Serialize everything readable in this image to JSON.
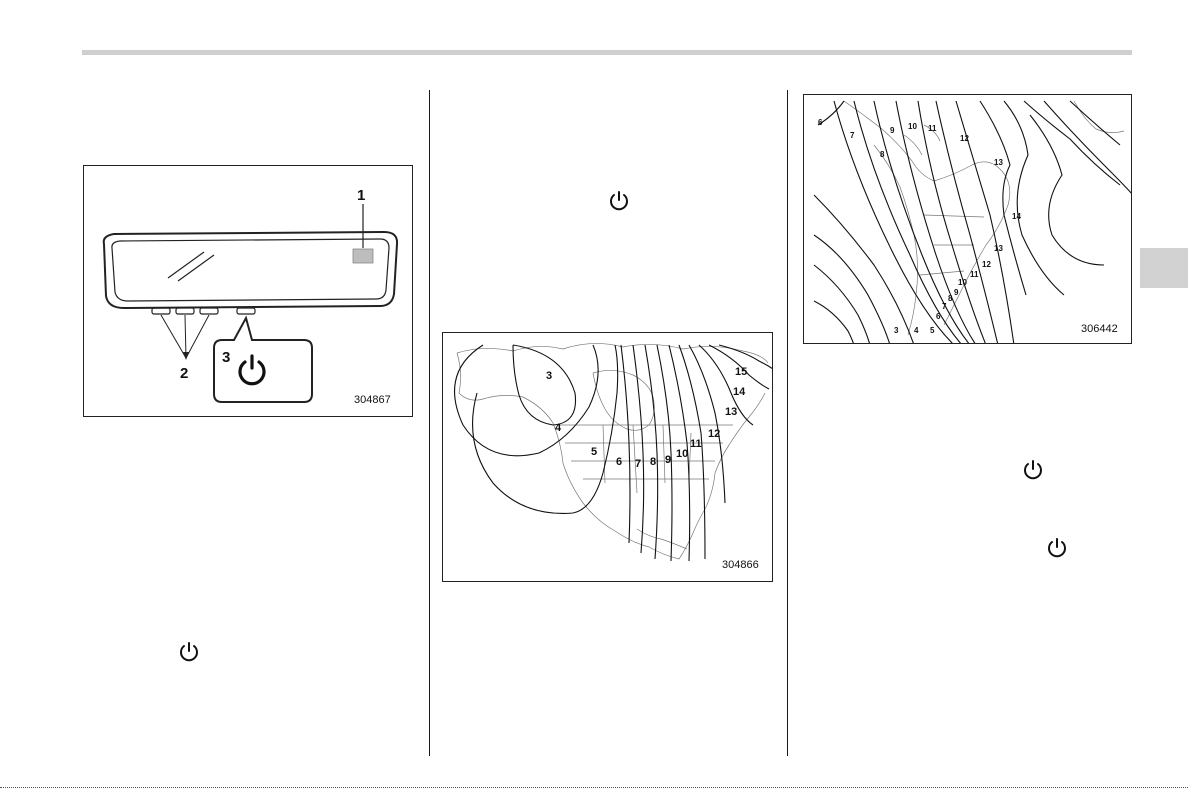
{
  "figures": {
    "mirror": {
      "code": "304867",
      "callouts": {
        "c1": "1",
        "c2": "2",
        "c3": "3"
      },
      "icon": "power-icon"
    },
    "north_america_map": {
      "code": "304866",
      "zone_labels": [
        "3",
        "4",
        "5",
        "6",
        "7",
        "8",
        "9",
        "10",
        "11",
        "12",
        "13",
        "14",
        "15"
      ]
    },
    "south_america_map": {
      "code": "306442",
      "zone_labels": [
        "6",
        "7",
        "8",
        "9",
        "10",
        "11",
        "12",
        "13",
        "14",
        "13",
        "12",
        "11",
        "10",
        "9",
        "8",
        "7",
        "6",
        "3",
        "4",
        "5"
      ]
    }
  },
  "inline_icons": [
    "power-icon",
    "power-icon",
    "power-icon",
    "power-icon"
  ],
  "colors": {
    "rule": "#cfcfcf",
    "tab": "#d2d2d2",
    "line": "#222222"
  }
}
